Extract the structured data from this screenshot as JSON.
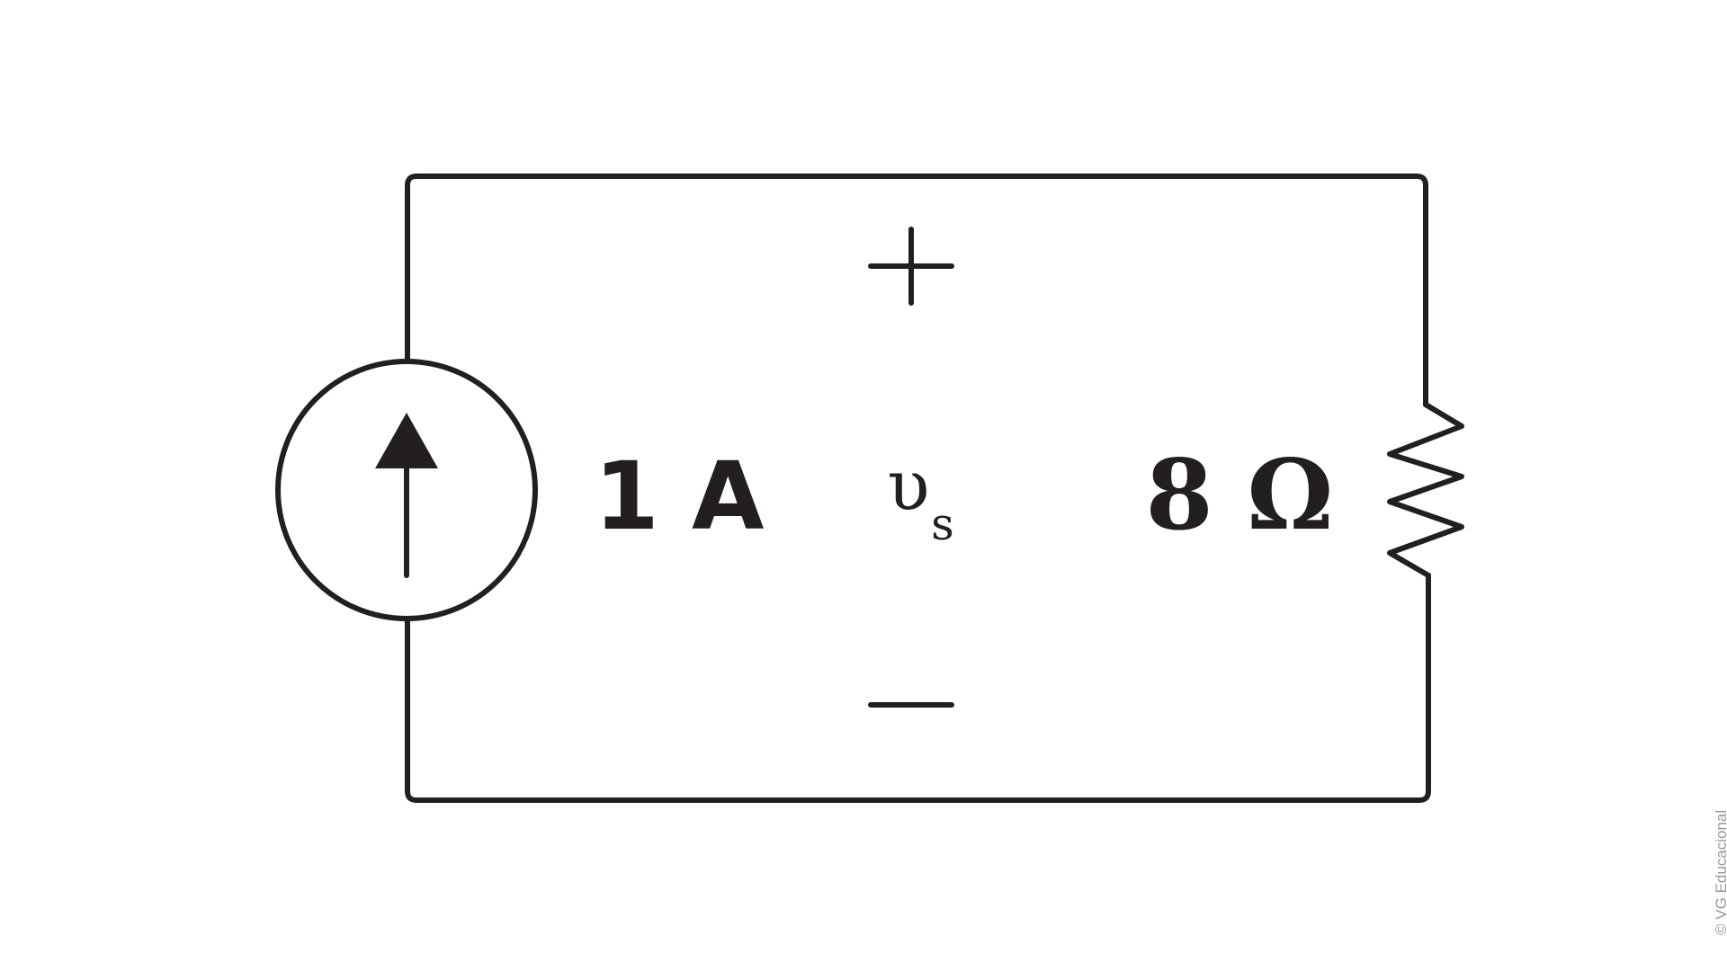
{
  "circuit": {
    "source_label": "1 A",
    "voltage_symbol": "υ",
    "voltage_subscript": "s",
    "resistor_label": "8 Ω",
    "plus_sign": "+",
    "minus_sign": "−"
  },
  "credit": "© VG Educacional",
  "colors": {
    "stroke": "#231f20",
    "credit": "#9a9a9a",
    "background": "#ffffff"
  }
}
